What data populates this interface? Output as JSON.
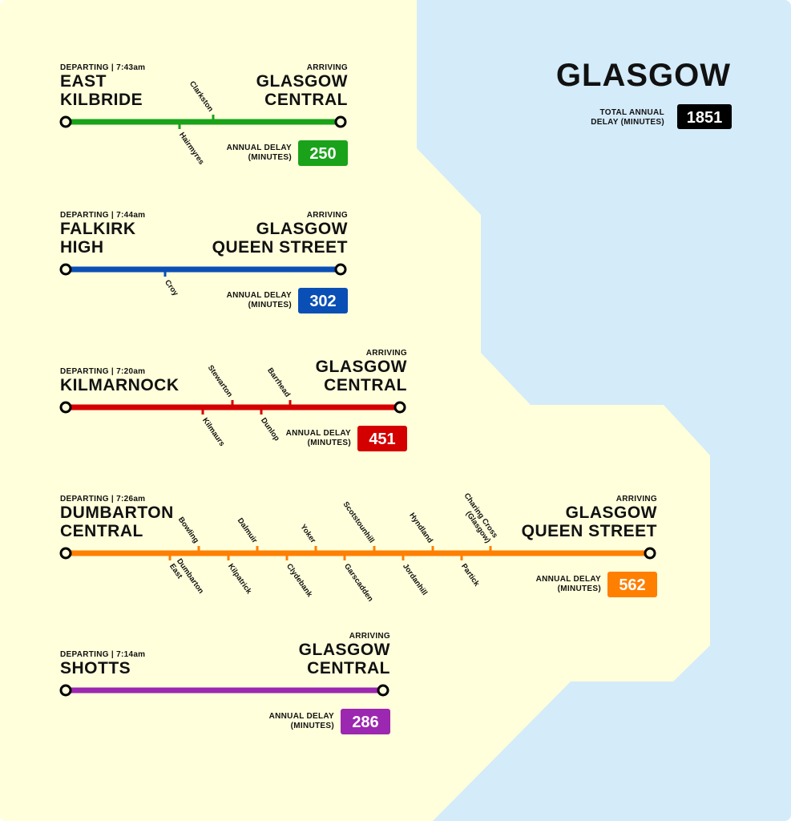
{
  "title": "GLASGOW",
  "total": {
    "label": [
      "TOTAL ANNUAL",
      "DELAY (MINUTES)"
    ],
    "value": "1851",
    "color": "#000000"
  },
  "colors": {
    "land": "#ffffdc",
    "water": "#d4ebf9"
  },
  "delay_label": [
    "ANNUAL DELAY",
    "(MINUTES)"
  ],
  "arriving_label": "ARRIVING",
  "routes": [
    {
      "departing": "DEPARTING  |  7:43am",
      "origin": [
        "EAST",
        "KILBRIDE"
      ],
      "destination": [
        "GLASGOW",
        "CENTRAL"
      ],
      "color": "#1aa31a",
      "delay": "250",
      "stations": [
        {
          "name": "Hairmyres",
          "side": "below"
        },
        {
          "name": "Clarkston",
          "side": "above"
        }
      ]
    },
    {
      "departing": "DEPARTING  |  7:44am",
      "origin": [
        "FALKIRK",
        "HIGH"
      ],
      "destination": [
        "GLASGOW",
        "QUEEN STREET"
      ],
      "color": "#0a4fb5",
      "delay": "302",
      "stations": [
        {
          "name": "Croy",
          "side": "below"
        }
      ]
    },
    {
      "departing": "DEPARTING  |  7:20am",
      "origin": [
        "KILMARNOCK"
      ],
      "destination": [
        "GLASGOW",
        "CENTRAL"
      ],
      "color": "#d40000",
      "delay": "451",
      "stations": [
        {
          "name": "Kilmaurs",
          "side": "below"
        },
        {
          "name": "Stewarton",
          "side": "above"
        },
        {
          "name": "Dunlop",
          "side": "below"
        },
        {
          "name": "Barrhead",
          "side": "above"
        }
      ]
    },
    {
      "departing": "DEPARTING  |  7:26am",
      "origin": [
        "DUMBARTON",
        "CENTRAL"
      ],
      "destination": [
        "GLASGOW",
        "QUEEN STREET"
      ],
      "color": "#ff7f00",
      "delay": "562",
      "stations": [
        {
          "name": [
            "Dumbarton",
            "East"
          ],
          "side": "below"
        },
        {
          "name": "Bowling",
          "side": "above"
        },
        {
          "name": "Kilpatrick",
          "side": "below"
        },
        {
          "name": "Dalmuir",
          "side": "above"
        },
        {
          "name": "Clydebank",
          "side": "below"
        },
        {
          "name": "Yoker",
          "side": "above"
        },
        {
          "name": "Garscadden",
          "side": "below"
        },
        {
          "name": "Scotstounhill",
          "side": "above"
        },
        {
          "name": "Jordanhill",
          "side": "below"
        },
        {
          "name": "Hyndland",
          "side": "above"
        },
        {
          "name": "Partick",
          "side": "below"
        },
        {
          "name": [
            "Charing Cross",
            "(Glasgow)"
          ],
          "side": "above"
        }
      ]
    },
    {
      "departing": "DEPARTING  |  7:14am",
      "origin": [
        "SHOTTS"
      ],
      "destination": [
        "GLASGOW",
        "CENTRAL"
      ],
      "color": "#9c27b0",
      "delay": "286",
      "stations": []
    }
  ]
}
